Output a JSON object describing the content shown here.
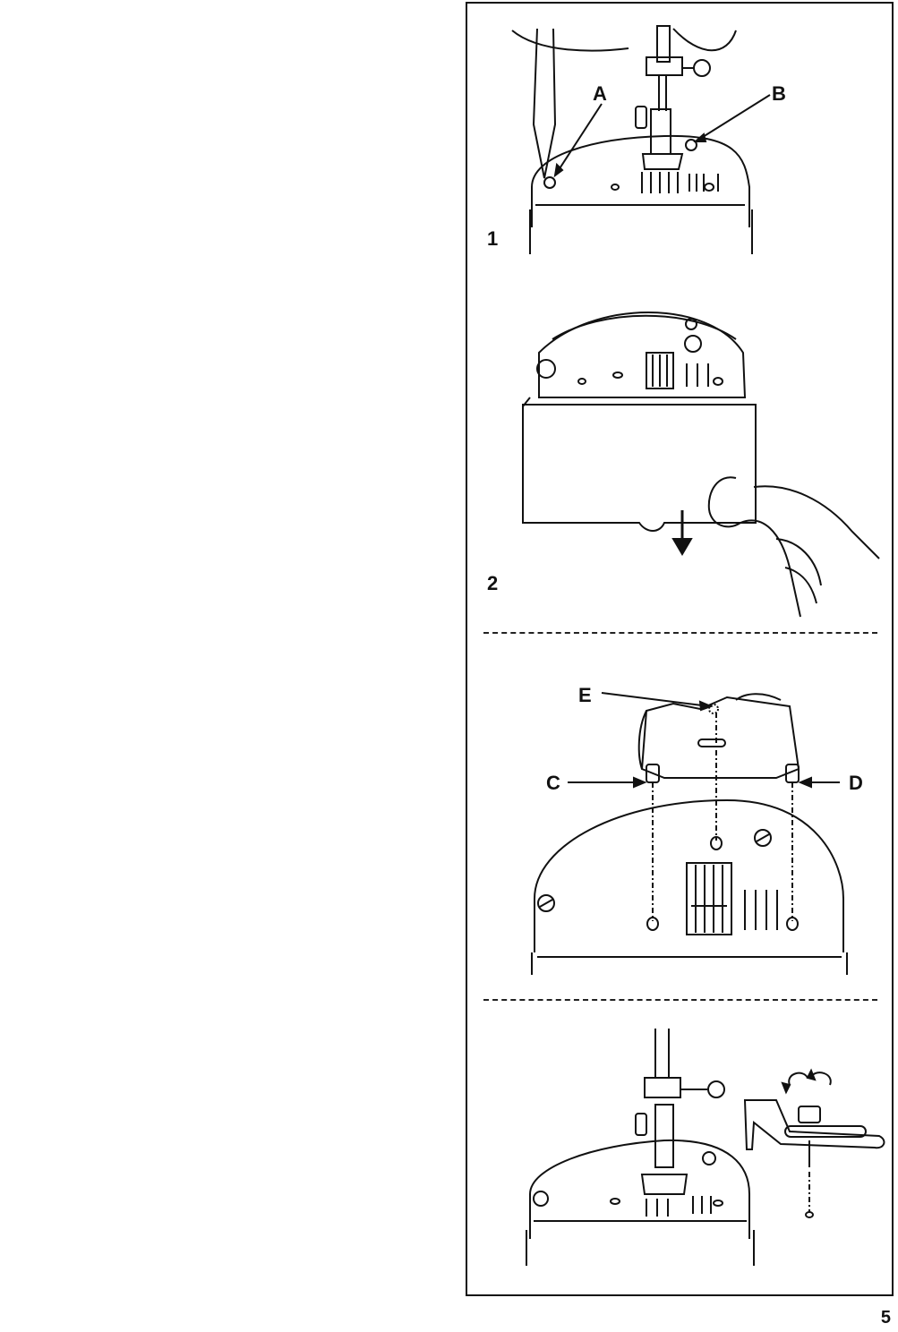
{
  "figures": [
    {
      "number": "1",
      "labels": {
        "a": "A",
        "b": "B"
      }
    },
    {
      "number": "2"
    },
    {
      "labels": {
        "c": "C",
        "d": "D",
        "e": "E"
      }
    },
    {}
  ],
  "page_number": "5"
}
